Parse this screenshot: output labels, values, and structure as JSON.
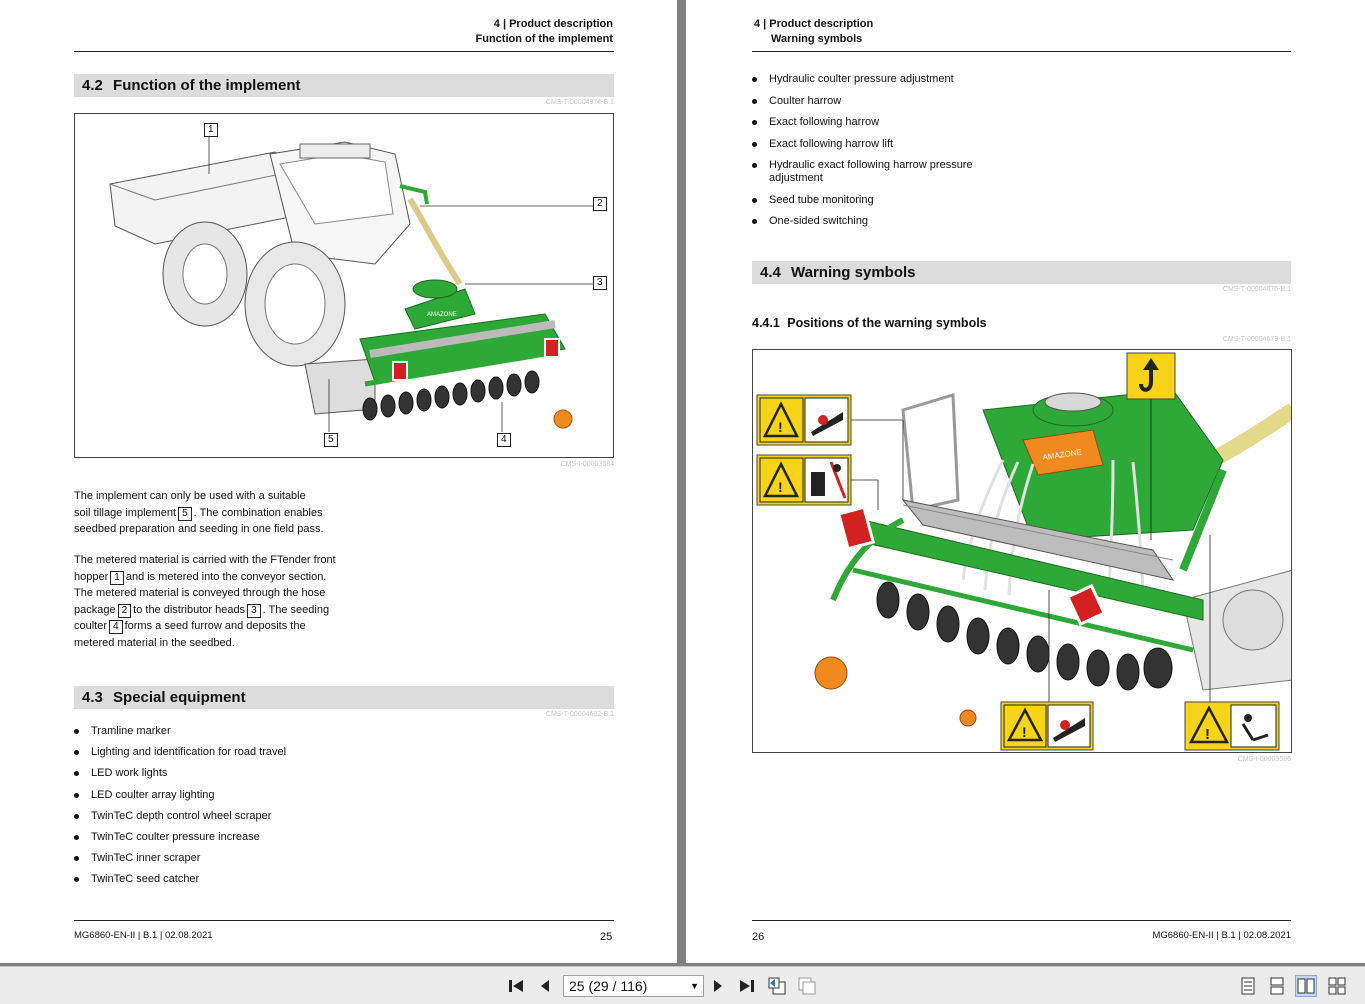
{
  "left_page": {
    "header": {
      "chapter": "4 | Product description",
      "title": "Function of the implement"
    },
    "section_42": {
      "number": "4.2",
      "title": "Function of the implement",
      "cms": "CMS-T-00004974-B.1"
    },
    "figure1": {
      "callouts": [
        "1",
        "2",
        "3",
        "5",
        "4"
      ],
      "brand": "AMAZONE",
      "cms": "CMS-I-00003584"
    },
    "para1": {
      "l1": "The implement can only be used with a suitable",
      "l2a": "soil tillage implement",
      "b5": "5",
      "l2b": ". The combination enables",
      "l3": "seedbed preparation and seeding in one field pass."
    },
    "para2": {
      "l1": "The metered material is carried with the FTender front",
      "l2a": "hopper",
      "b1": "1",
      "l2b": "and is metered into the conveyor section.",
      "l3": "The metered material is conveyed through the hose",
      "l4a": "package",
      "b2": "2",
      "l4b": "to the distributor heads",
      "b3": "3",
      "l4c": ". The seeding",
      "l5a": "coulter",
      "b4": "4",
      "l5b": "forms a seed furrow and deposits the",
      "l6": "metered material in the seedbed."
    },
    "section_43": {
      "number": "4.3",
      "title": "Special equipment",
      "cms": "CMS-T-00004682-B.1"
    },
    "special_equipment": [
      "Tramline marker",
      "Lighting and identification for road travel",
      "LED work lights",
      "LED coulter array lighting",
      "TwinTeC depth control wheel scraper",
      "TwinTeC coulter pressure increase",
      "TwinTeC inner scraper",
      "TwinTeC seed catcher"
    ],
    "footer": {
      "doc": "MG6860-EN-II | B.1 | 02.08.2021",
      "page": "25"
    }
  },
  "right_page": {
    "header": {
      "chapter": "4 | Product description",
      "title": "Warning symbols"
    },
    "equipment_continued": [
      "Hydraulic coulter pressure adjustment",
      "Coulter harrow",
      "Exact following harrow",
      "Exact following harrow lift",
      "Hydraulic exact following harrow pressure adjustment",
      "Seed tube monitoring",
      "One-sided switching"
    ],
    "section_44": {
      "number": "4.4",
      "title": "Warning symbols",
      "cms": "CMS-T-00004676-B.1"
    },
    "section_441": {
      "number": "4.4.1",
      "title": "Positions of the warning symbols",
      "cms": "CMS-T-00004679-B.1"
    },
    "figure2": {
      "brand": "AMAZONE",
      "cms": "CMS-I-00003586"
    },
    "footer": {
      "doc": "MG6860-EN-II | B.1 | 02.08.2021",
      "page": "26"
    }
  },
  "toolbar": {
    "page_indicator": "25 (29 / 116)"
  },
  "colors": {
    "implement_green": "#2ea836",
    "warning_yellow": "#f7d417",
    "section_bar": "#dcdcdc"
  }
}
